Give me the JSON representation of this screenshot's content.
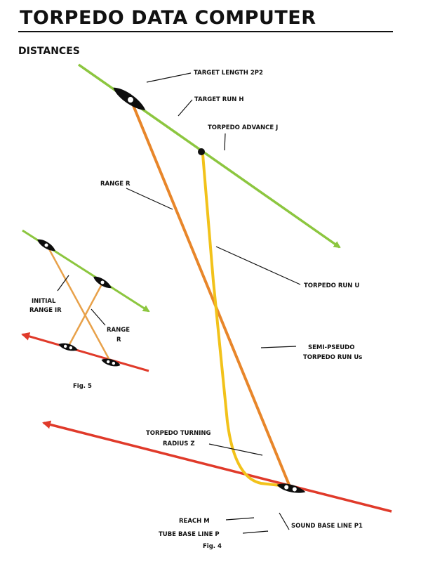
{
  "header": {
    "title": "TORPEDO DATA COMPUTER",
    "section": "DISTANCES"
  },
  "colors": {
    "target_track": "#8cc63f",
    "own_track": "#e03a2a",
    "range_line": "#e8862a",
    "torpedo_run": "#f2c21a",
    "ship_fill": "#0d0d0d"
  },
  "fig4": {
    "caption": "Fig. 4",
    "labels": {
      "target_length": "TARGET LENGTH 2P2",
      "target_run": "TARGET RUN H",
      "torpedo_advance": "TORPEDO ADVANCE J",
      "range": "RANGE R",
      "torpedo_run": "TORPEDO RUN U",
      "semi_pseudo_1": "SEMI-PSEUDO",
      "semi_pseudo_2": "TORPEDO RUN Us",
      "turning_1": "TORPEDO TURNING",
      "turning_2": "RADIUS Z",
      "reach": "REACH M",
      "sound_base": "SOUND BASE LINE P1",
      "tube_base": "TUBE BASE LINE P"
    }
  },
  "fig5": {
    "caption": "Fig. 5",
    "labels": {
      "initial_1": "INITIAL",
      "initial_2": "RANGE IR",
      "range_1": "RANGE",
      "range_2": "R"
    }
  }
}
